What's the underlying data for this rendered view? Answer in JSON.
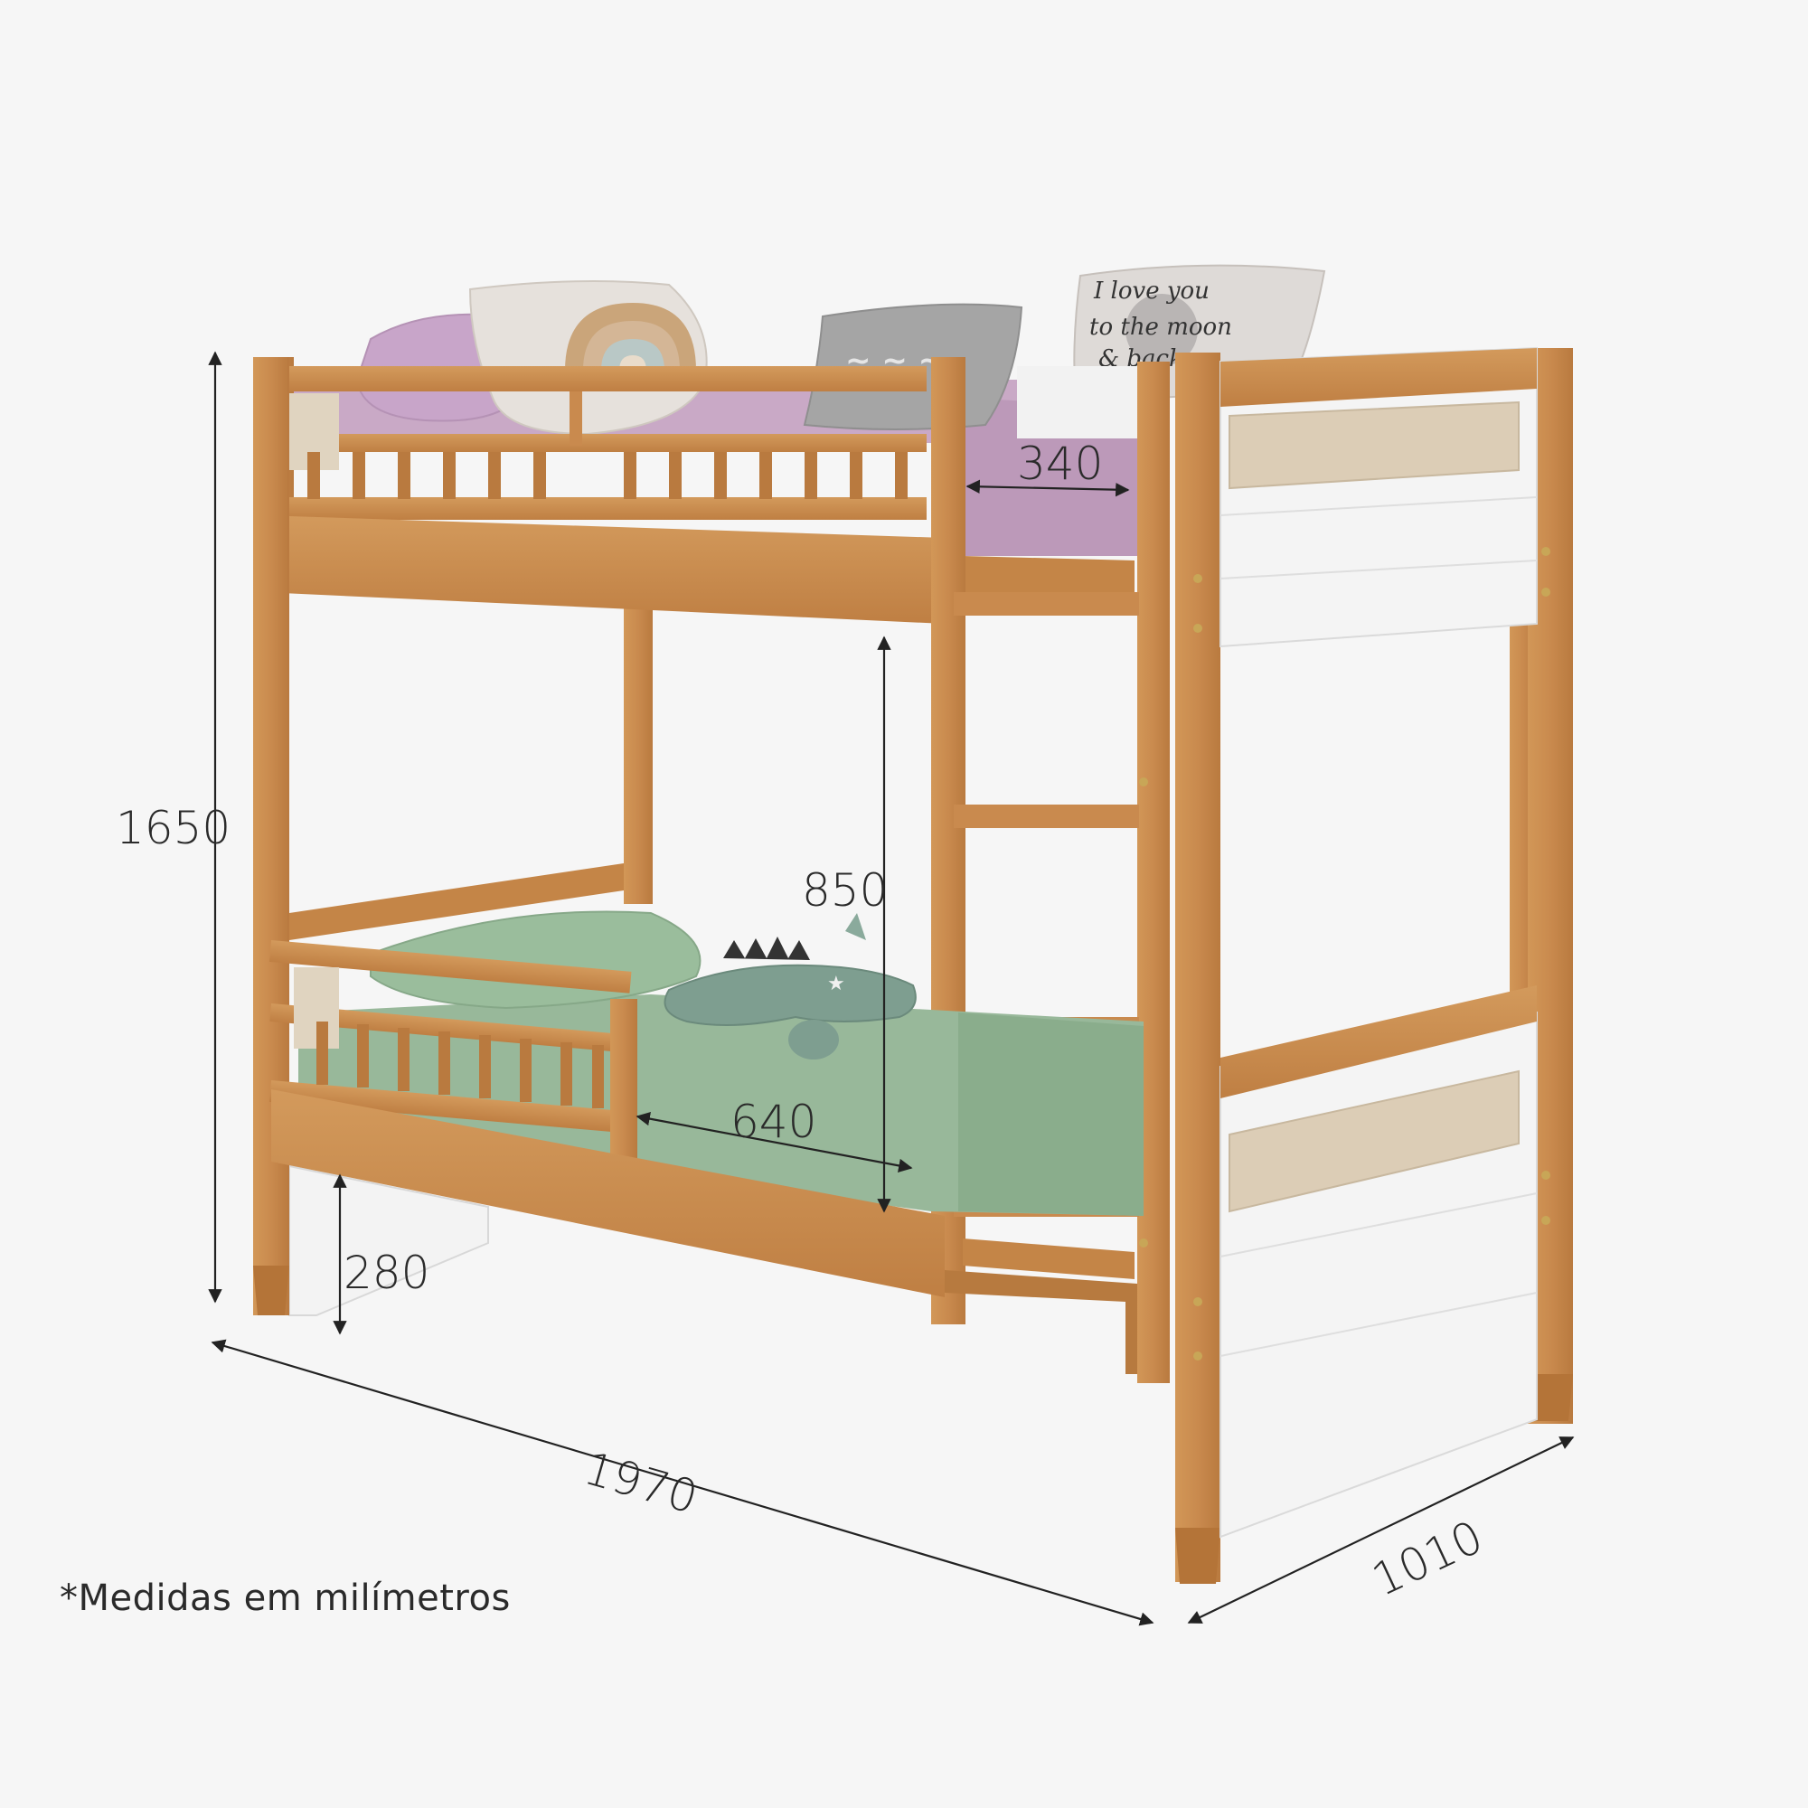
{
  "dimensions": {
    "total_height": "1650",
    "total_length": "1970",
    "total_width": "1010",
    "mattress_width": "340",
    "clearance_between_beds": "850",
    "safety_rail_length": "640",
    "floor_clearance": "280"
  },
  "pillow_text": {
    "line1": "I love you",
    "line2": "to the moon",
    "line3": "& back"
  },
  "note": "*Medidas em milímetros",
  "colors": {
    "background": "#f6f6f6",
    "wood": "#c98a4e",
    "wood_dark": "#a8682f",
    "white_panel": "#f4f4f4",
    "linen_panel": "#dccdb6",
    "upper_bedding": "#c9a9c6",
    "lower_bedding": "#98b89a",
    "dimension_line": "#222222"
  }
}
